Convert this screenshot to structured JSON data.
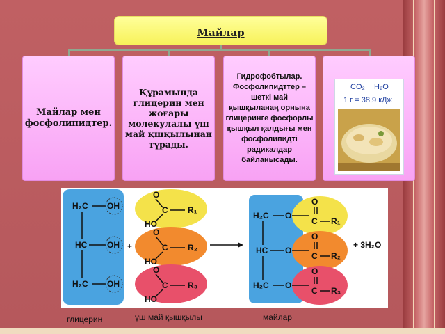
{
  "title": "Майлар",
  "boxes": {
    "b1": "Майлар мен фосфолипидтер.",
    "b2": "Құрамында глицерин мен жоғары молекулалы үш май қшқылынан тұрады.",
    "b3": "Гидрофобтылар. Фосфолипидттер – шеткі май қышқыланаң орнына глицерингe фосфорлы қышқыл қалдығы мен фосфолипидті радикалдар байланысады."
  },
  "info": {
    "co2": "CO₂",
    "h2o": "H₂O",
    "energy": "1 г = 38,9 кДж"
  },
  "scheme": {
    "h2c_top": "H₂C",
    "hc_mid": "HC",
    "h2c_bot": "H₂C",
    "oh": "OH",
    "ho": "HO",
    "o": "O",
    "c": "C",
    "r1": "R₁",
    "r2": "R₂",
    "r3": "R₃",
    "plus": "+",
    "water": "+ 3H₂O"
  },
  "captions": {
    "glycerin": "глицерин",
    "acids": "үш май қышқылы",
    "fats": "майлар"
  },
  "colors": {
    "background": "#b85a5e",
    "title_bg": "#f7f25a",
    "box_bg": "#f8a2f4",
    "glycerol_blue": "#4aa3e0",
    "acid_yellow": "#f4e24a",
    "acid_orange": "#f28a2e",
    "acid_pink": "#e8506a"
  }
}
